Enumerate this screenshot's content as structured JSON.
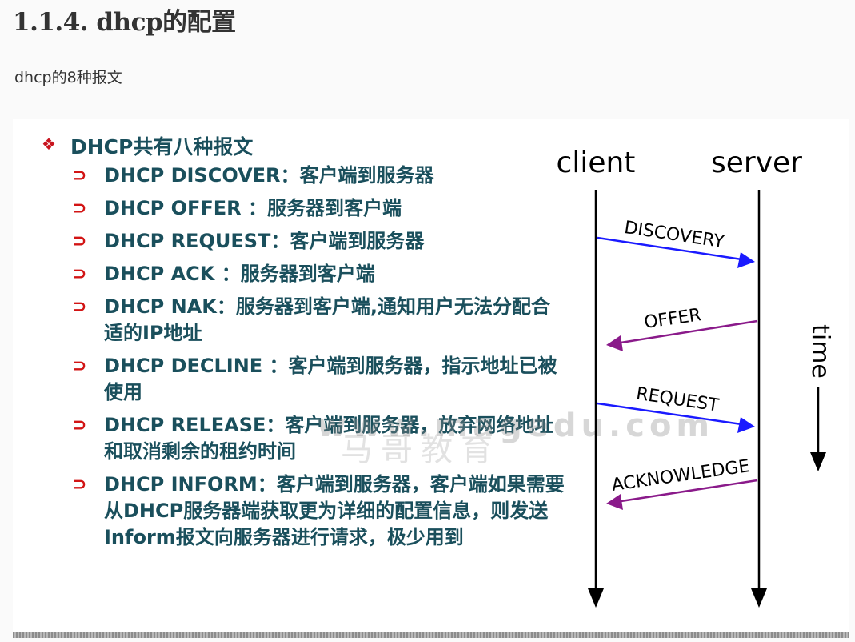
{
  "page": {
    "heading": "1.1.4. dhcp的配置",
    "intro": "dhcp的8种报文"
  },
  "figure": {
    "title": "DHCP共有八种报文",
    "items": [
      "DHCP DISCOVER：客户端到服务器",
      "DHCP OFFER ：服务器到客户端",
      "DHCP REQUEST：客户端到服务器",
      "DHCP ACK ：服务器到客户端",
      "DHCP NAK：服务器到客户端,通知用户无法分配合适的IP地址",
      "DHCP DECLINE ：客户端到服务器，指示地址已被使用",
      "DHCP RELEASE：客户端到服务器，放弃网络地址和取消剩余的租约时间",
      "DHCP INFORM：客户端到服务器，客户端如果需要从DHCP服务器端获取更为详细的配置信息，则发送Inform报文向服务器进行请求，极少用到"
    ],
    "watermark_latin": "www.magedu.com",
    "watermark_cn": "马哥教育",
    "diagram": {
      "client_label": "client",
      "server_label": "server",
      "time_label": "time",
      "messages": [
        {
          "label": "DISCOVERY",
          "direction": "client-to-server",
          "color": "#1a1aff"
        },
        {
          "label": "OFFER",
          "direction": "server-to-client",
          "color": "#8a1a8a"
        },
        {
          "label": "REQUEST",
          "direction": "client-to-server",
          "color": "#1a1aff"
        },
        {
          "label": "ACKNOWLEDGE",
          "direction": "server-to-client",
          "color": "#8a1a8a"
        }
      ]
    },
    "colors": {
      "text": "#1a4f5c",
      "bullet": "#d21414",
      "heading": "#333333"
    },
    "icons": {
      "title_bullet": "diamond-bullet-icon",
      "item_bullet": "arrow-bullet-icon"
    }
  }
}
